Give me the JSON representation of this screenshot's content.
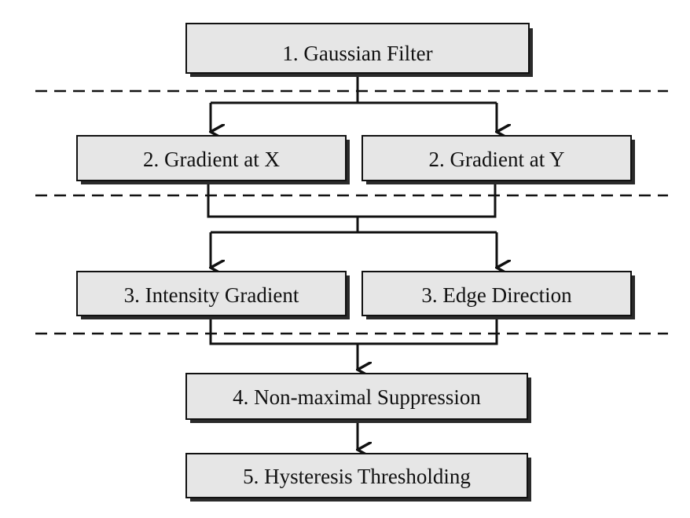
{
  "diagram": {
    "boxes": {
      "gaussian": "1. Gaussian Filter",
      "grad_x": "2. Gradient at X",
      "grad_y": "2. Gradient at Y",
      "intensity": "3. Intensity Gradient",
      "edge_dir": "3. Edge Direction",
      "nms": "4. Non-maximal Suppression",
      "hysteresis": "5. Hysteresis Thresholding"
    },
    "colors": {
      "box_fill": "#e6e6e6",
      "stroke": "#111111",
      "shadow": "#2a2a2a"
    }
  }
}
